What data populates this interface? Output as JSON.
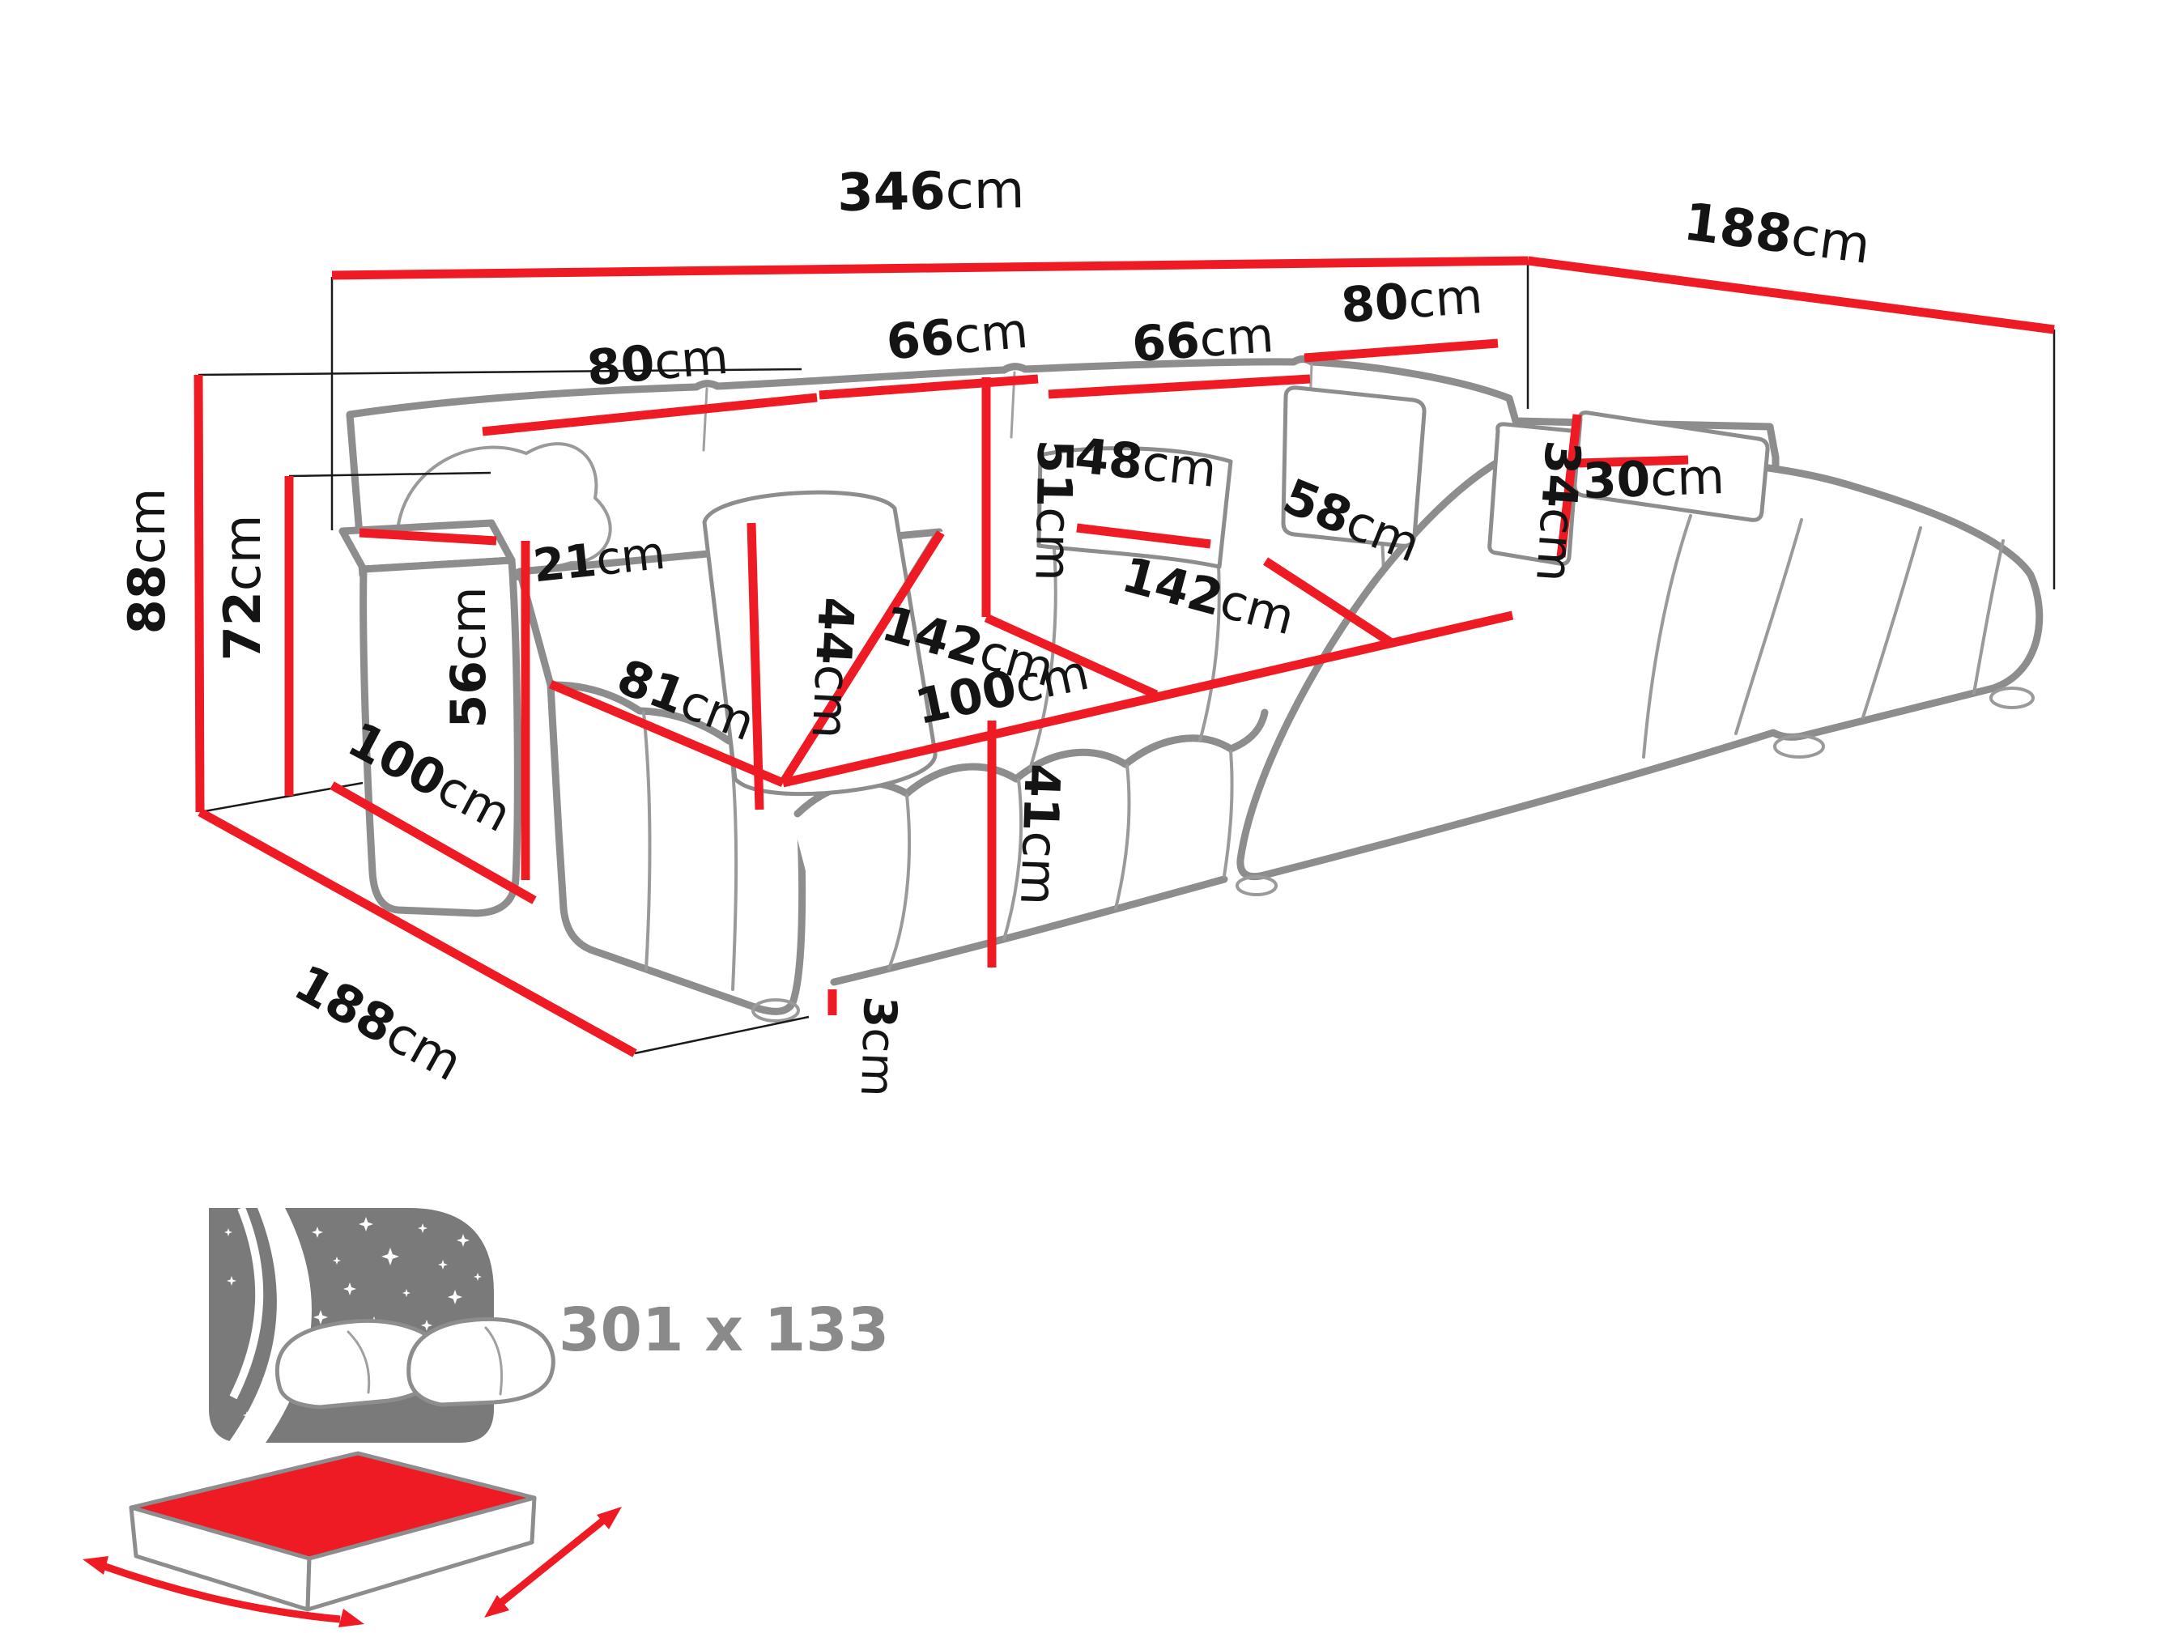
{
  "figure_type": "furniture-dimension-diagram",
  "product": "U-shaped corner sofa with sleeping function",
  "units": "cm",
  "dimensions": {
    "d346": {
      "num": "346",
      "unit": "cm"
    },
    "d188top": {
      "num": "188",
      "unit": "cm"
    },
    "d188bottom": {
      "num": "188",
      "unit": "cm"
    },
    "d88": {
      "num": "88",
      "unit": "cm"
    },
    "d72": {
      "num": "72",
      "unit": "cm"
    },
    "d80left": {
      "num": "80",
      "unit": "cm"
    },
    "d66a": {
      "num": "66",
      "unit": "cm"
    },
    "d66b": {
      "num": "66",
      "unit": "cm"
    },
    "d80right": {
      "num": "80",
      "unit": "cm"
    },
    "d51": {
      "num": "51",
      "unit": "cm"
    },
    "d44": {
      "num": "44",
      "unit": "cm"
    },
    "d48": {
      "num": "48",
      "unit": "cm"
    },
    "d58": {
      "num": "58",
      "unit": "cm"
    },
    "d34": {
      "num": "34",
      "unit": "cm"
    },
    "d30": {
      "num": "30",
      "unit": "cm"
    },
    "d21": {
      "num": "21",
      "unit": "cm"
    },
    "d142left": {
      "num": "142",
      "unit": "cm"
    },
    "d142middle": {
      "num": "142",
      "unit": "cm"
    },
    "d100left": {
      "num": "100",
      "unit": "cm"
    },
    "d100middle": {
      "num": "100",
      "unit": "cm"
    },
    "d81": {
      "num": "81",
      "unit": "cm"
    },
    "d56": {
      "num": "56",
      "unit": "cm"
    },
    "d41": {
      "num": "41",
      "unit": "cm"
    },
    "d3": {
      "num": "3",
      "unit": "cm"
    }
  },
  "sleeping_area": {
    "label": "301 x 133"
  },
  "colors": {
    "dimension_line": "#ee1b24",
    "sofa_outline": "#8d8d8d",
    "label_text": "#141414",
    "sleeping_label": "#8a8a8a",
    "icon_dark": "#7a7a7a"
  }
}
